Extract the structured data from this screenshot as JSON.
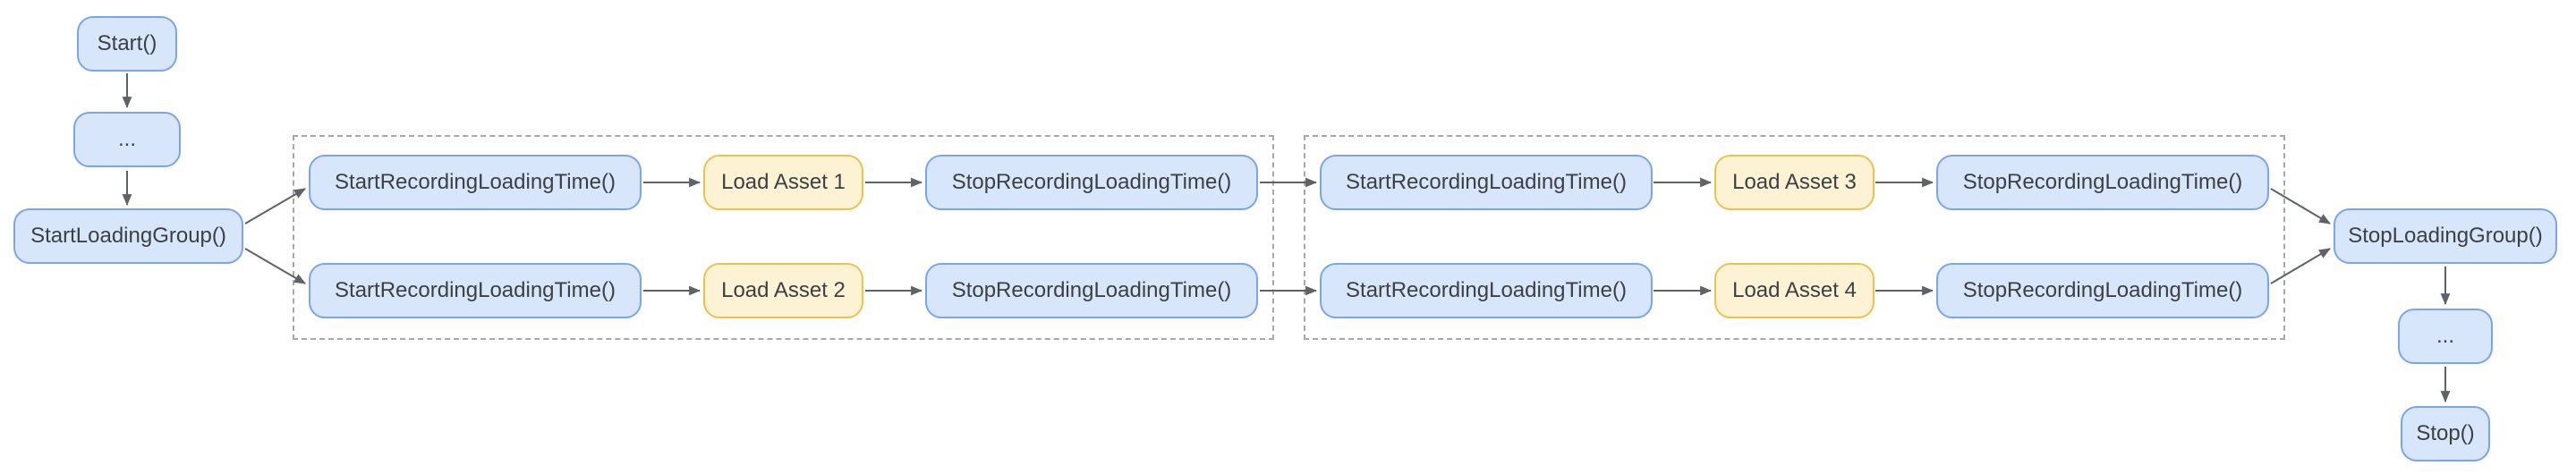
{
  "nodes": {
    "start": "Start()",
    "pre_ellipsis": "...",
    "start_loading_group": "StartLoadingGroup()",
    "stop_loading_group": "StopLoadingGroup()",
    "post_ellipsis": "...",
    "stop": "Stop()"
  },
  "groups": [
    {
      "rows": [
        {
          "start": "StartRecordingLoadingTime()",
          "asset": "Load Asset 1",
          "stop": "StopRecordingLoadingTime()"
        },
        {
          "start": "StartRecordingLoadingTime()",
          "asset": "Load Asset 2",
          "stop": "StopRecordingLoadingTime()"
        }
      ]
    },
    {
      "rows": [
        {
          "start": "StartRecordingLoadingTime()",
          "asset": "Load Asset 3",
          "stop": "StopRecordingLoadingTime()"
        },
        {
          "start": "StartRecordingLoadingTime()",
          "asset": "Load Asset 4",
          "stop": "StopRecordingLoadingTime()"
        }
      ]
    }
  ],
  "colors": {
    "node_fill": "#d8e6fc",
    "node_border": "#79a4ee",
    "asset_fill": "#fdf3d4",
    "asset_border": "#eec04d",
    "text": "#3c4043",
    "arrow": "#5f6368",
    "group_border": "#a8a8a8",
    "background": "#ffffff"
  }
}
